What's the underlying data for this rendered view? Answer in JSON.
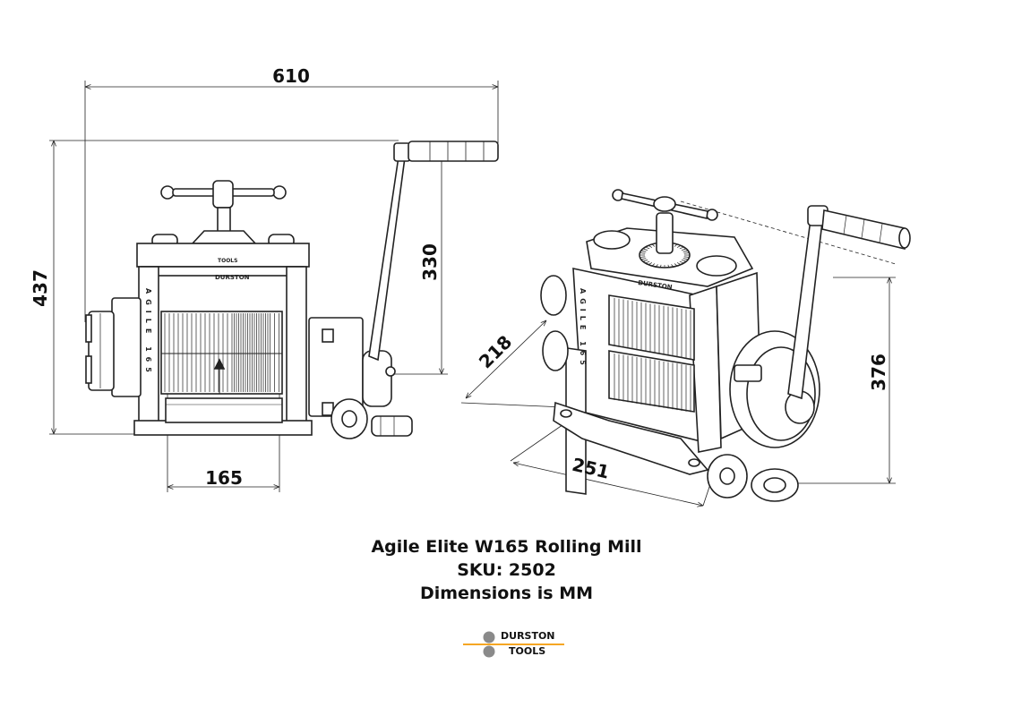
{
  "dimensions": {
    "overall_width": "610",
    "overall_height": "437",
    "handle_height": "330",
    "roller_width": "165",
    "iso_depth": "218",
    "iso_length": "251",
    "iso_height": "376"
  },
  "caption": {
    "product": "Agile Elite W165 Rolling Mill",
    "sku": "SKU: 2502",
    "units": "Dimensions is MM"
  },
  "logo": {
    "line1": "DURSTON",
    "line2": "TOOLS",
    "accent_color": "#f5a623",
    "dot_color": "#8a8a8a"
  },
  "embossed": {
    "frame_brand": "DURSTON",
    "frame_sub": "TOOLS",
    "side_label": "AGILE 165"
  }
}
